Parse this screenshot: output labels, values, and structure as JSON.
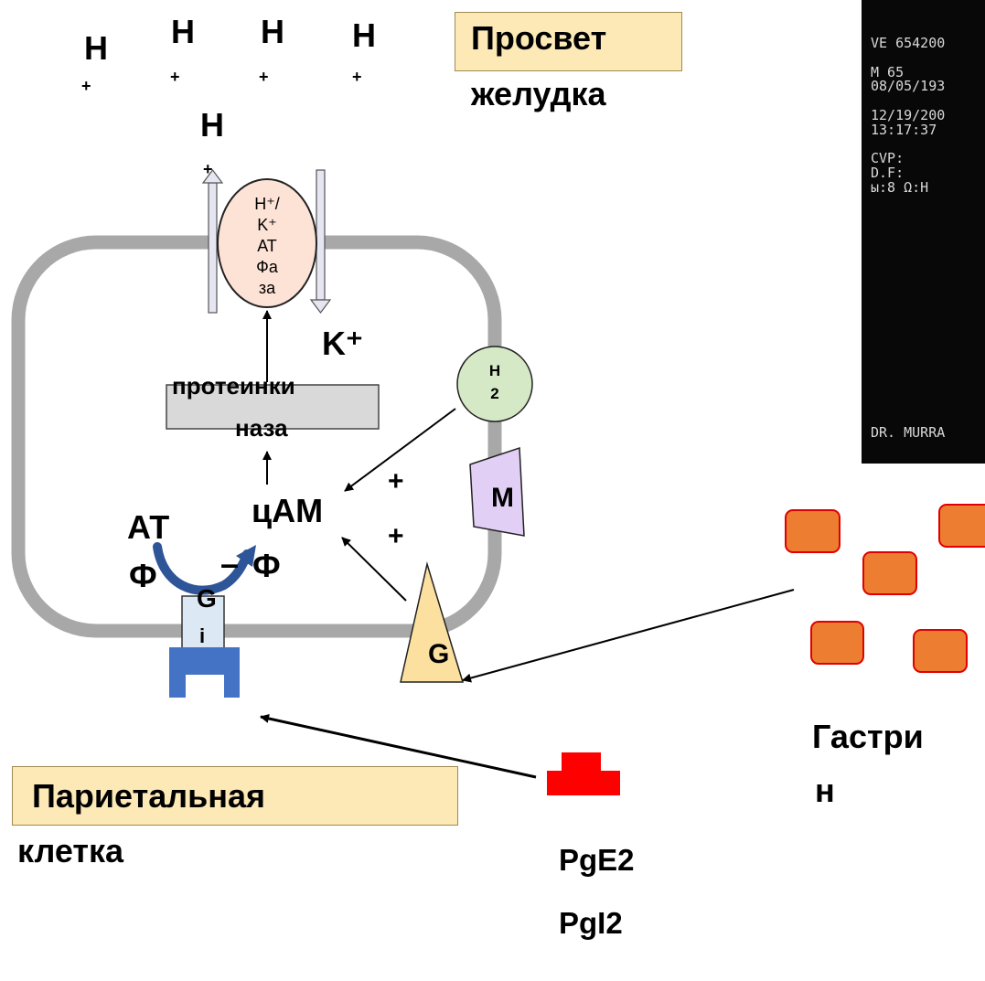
{
  "lumen_label": {
    "line1": "Просвет",
    "line2": "желудка"
  },
  "protons": [
    {
      "h": "H",
      "plus": "+"
    },
    {
      "h": "H",
      "plus": "+"
    },
    {
      "h": "H",
      "plus": "+"
    },
    {
      "h": "H",
      "plus": "+"
    },
    {
      "h": "H",
      "plus": "+"
    }
  ],
  "pump": {
    "lines": [
      "H⁺/",
      "K⁺",
      "АТ",
      "Фа",
      "за"
    ]
  },
  "potassium": "K⁺",
  "kinase": {
    "line1": "протеинки",
    "line2": "наза"
  },
  "h2_receptor": {
    "line1": "H",
    "line2": "2"
  },
  "m_receptor": "M",
  "g_receptor": "G",
  "gi_label": {
    "line1": "G",
    "line2": "i"
  },
  "atp": {
    "line1": "АТ",
    "line2": "Ф"
  },
  "camp": {
    "line1": "цАМ",
    "line2": "Ф"
  },
  "dash": "–",
  "plus_signs": [
    "+",
    "+"
  ],
  "parietal_label": {
    "line1": "Париетальная",
    "line2": "клетка"
  },
  "gastrin": {
    "line1": "Гастри",
    "line2": "н"
  },
  "prostaglandins": [
    "PgE2",
    "PgI2"
  ],
  "monitor": {
    "lines": [
      "VE 654200",
      "",
      "M 65",
      "08/05/193",
      "",
      "12/19/200",
      "13:17:37",
      "",
      "CVP:",
      "D.F:",
      "ы:8 Ω:H"
    ],
    "footer": "DR. MURRA"
  },
  "colors": {
    "cell_membrane": "#a8a8a8",
    "pump_fill": "#fde2d6",
    "h2_fill": "#d6e9c6",
    "m_fill": "#e2cff5",
    "g_fill": "#fbe0a0",
    "gi_fill": "#dde8f5",
    "receptor_blue": "#4472c4",
    "gastrin_orange": "#ed7d31",
    "gastrin_border": "#e00000",
    "prostaglandin_red": "#ff0000",
    "label_box": "#fde9b6"
  }
}
